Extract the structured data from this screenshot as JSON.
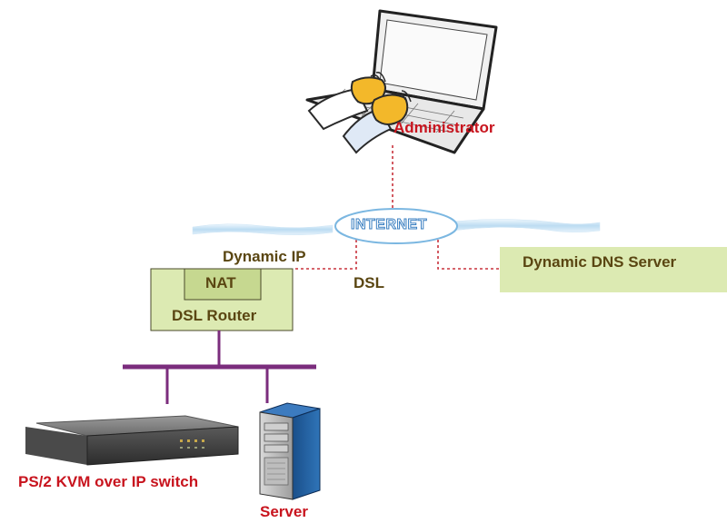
{
  "diagram": {
    "nodes": {
      "administrator": {
        "label": "Administrator"
      },
      "internet": {
        "label": "INTERNET"
      },
      "dynamic_dns_server": {
        "label": "Dynamic DNS Server"
      },
      "nat": {
        "label": "NAT"
      },
      "dsl_router": {
        "label": "DSL Router"
      },
      "kvm_switch": {
        "label": "PS/2 KVM over IP switch"
      },
      "server": {
        "label": "Server"
      }
    },
    "edge_labels": {
      "dynamic_ip": "Dynamic IP",
      "dsl": "DSL"
    },
    "icons": [
      "laptop-icon",
      "hands-icon",
      "cloud-icon",
      "kvm-switch-icon",
      "server-tower-icon"
    ],
    "colors": {
      "red_label": "#c8141e",
      "olive_label": "#5a4612",
      "box_fill": "#dceab2",
      "lan_bus": "#7b2d7d",
      "dotted_link": "#c8323c",
      "cloud_blue": "#9ecbea"
    },
    "edges": [
      {
        "from": "administrator",
        "to": "internet",
        "style": "dotted"
      },
      {
        "from": "internet",
        "to": "dsl_router",
        "style": "dotted",
        "label": "DSL"
      },
      {
        "from": "internet",
        "to": "dynamic_dns_server",
        "style": "dotted"
      },
      {
        "from": "dsl_router",
        "to": "kvm_switch",
        "style": "solid"
      },
      {
        "from": "dsl_router",
        "to": "server",
        "style": "solid"
      }
    ]
  }
}
